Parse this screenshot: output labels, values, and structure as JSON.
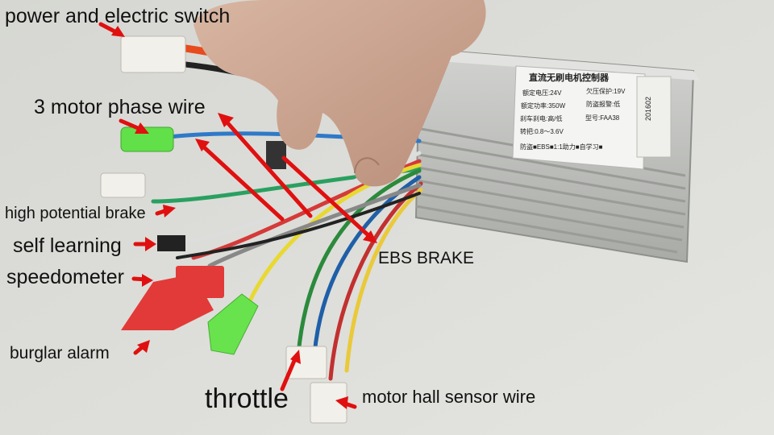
{
  "labels": {
    "power_switch": "power and electric switch",
    "motor_phase": "3 motor phase wire",
    "high_potential_brake": "high potential brake",
    "self_learning": "self learning",
    "speedometer": "speedometer",
    "ebs_brake": "EBS BRAKE",
    "burglar_alarm": "burglar alarm",
    "throttle": "throttle",
    "hall_sensor": "motor hall sensor wire"
  },
  "controller_sticker": {
    "title": "直流无刷电机控制器",
    "rated_voltage": "额定电压:24V",
    "undervoltage": "欠压保护:19V",
    "rated_power": "额定功率:350W",
    "theft_alarm": "防盗报警:低",
    "brake_level": "刹车刹电:高/低",
    "model": "型号:FAA38",
    "throttle_range": "转把:0.8～3.6V",
    "features": "防盗■EBS■1:1助力■自学习■",
    "side_code": "201602"
  },
  "colors": {
    "label_text": "#111111",
    "arrow_red": "#e01010",
    "controller_body": "#c8c9c6",
    "sticker": "#f4f4f2"
  }
}
